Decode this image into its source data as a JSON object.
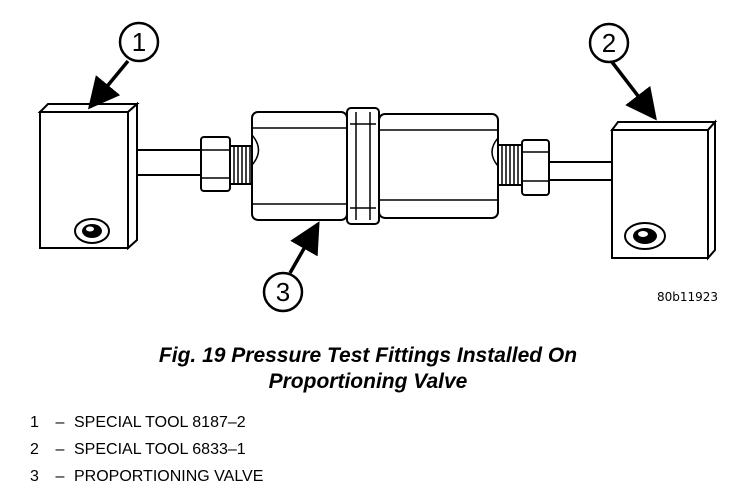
{
  "diagram": {
    "callouts": [
      "1",
      "2",
      "3"
    ],
    "figure_id": "80b11923"
  },
  "caption": {
    "line1": "Fig. 19 Pressure Test Fittings Installed On",
    "line2": "Proportioning Valve"
  },
  "legend": [
    {
      "num": "1",
      "sep": "–",
      "text": "SPECIAL TOOL 8187–2"
    },
    {
      "num": "2",
      "sep": "–",
      "text": "SPECIAL TOOL 6833–1"
    },
    {
      "num": "3",
      "sep": "–",
      "text": "PROPORTIONING VALVE"
    }
  ]
}
